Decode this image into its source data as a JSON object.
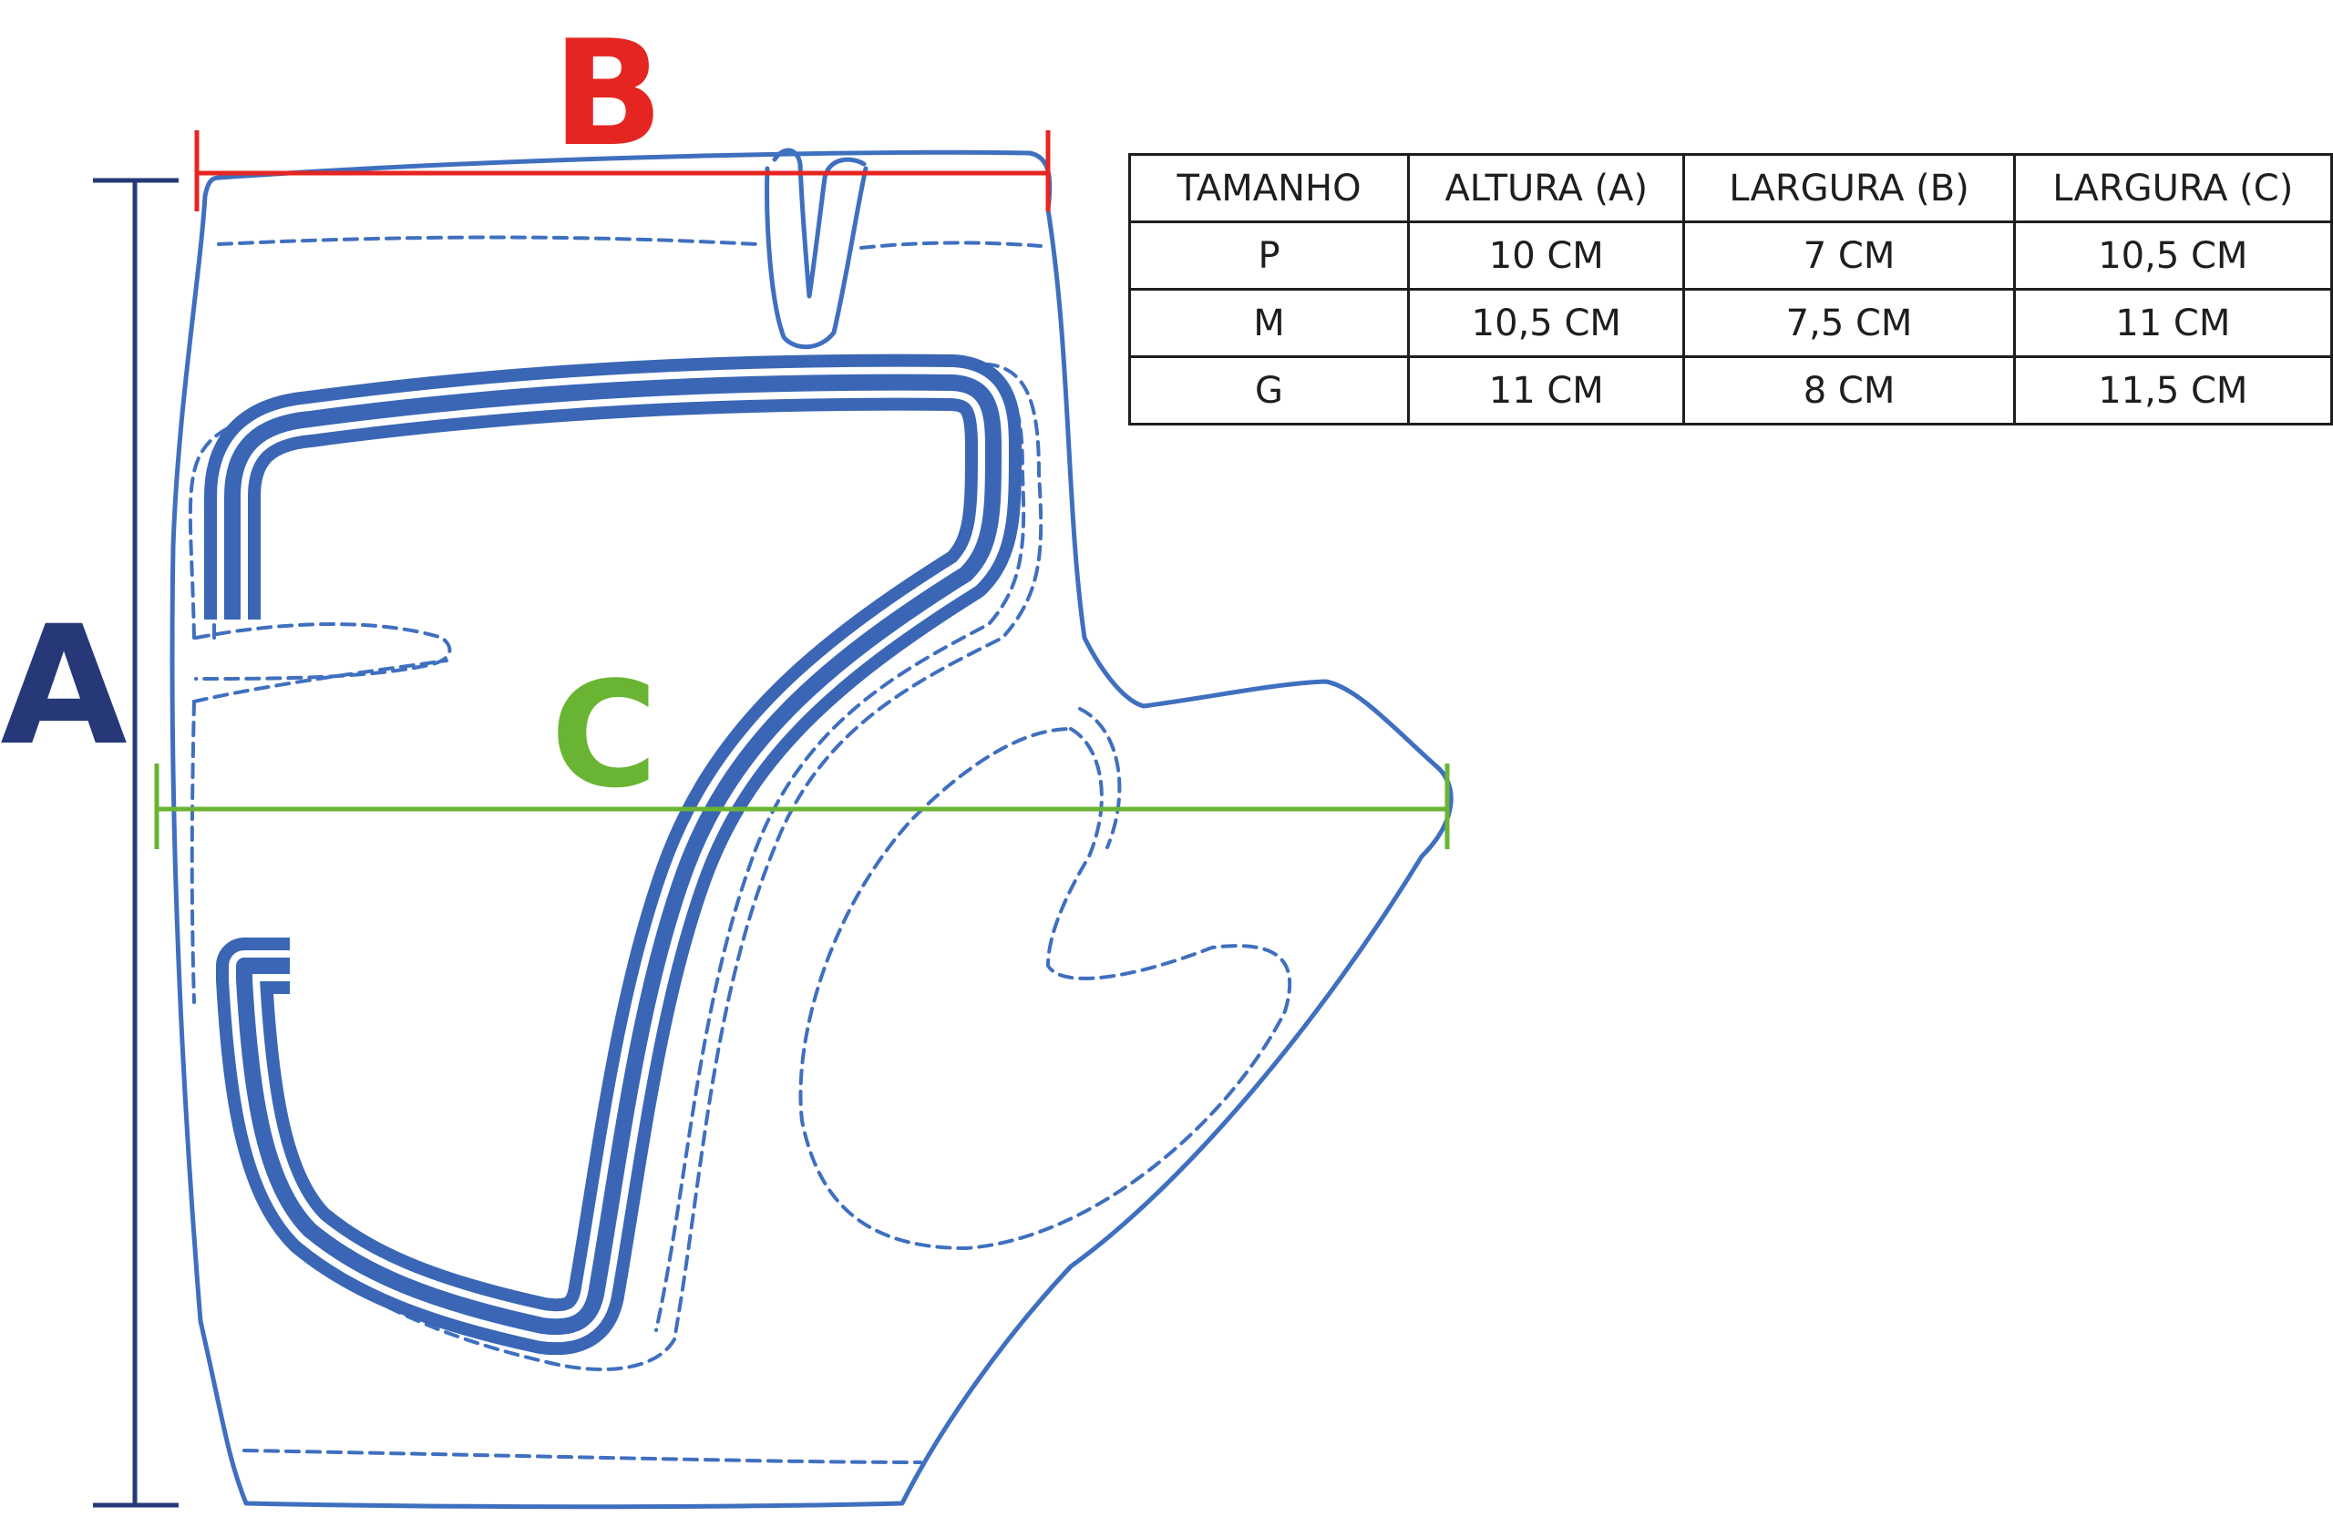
{
  "labels": {
    "a": "A",
    "b": "B",
    "c": "C"
  },
  "colors": {
    "outline": "#3f6fbf",
    "band": "#3a66b5",
    "dimension_a": "#263877",
    "dimension_b": "#e52521",
    "dimension_c": "#6ab433",
    "table_border": "#1e1e1e"
  },
  "table": {
    "headers": [
      "TAMANHO",
      "ALTURA (A)",
      "LARGURA (B)",
      "LARGURA (C)"
    ],
    "rows": [
      [
        "P",
        "10 CM",
        "7 CM",
        "10,5 CM"
      ],
      [
        "M",
        "10,5 CM",
        "7,5 CM",
        "11 CM"
      ],
      [
        "G",
        "11 CM",
        "8 CM",
        "11,5 CM"
      ]
    ]
  }
}
